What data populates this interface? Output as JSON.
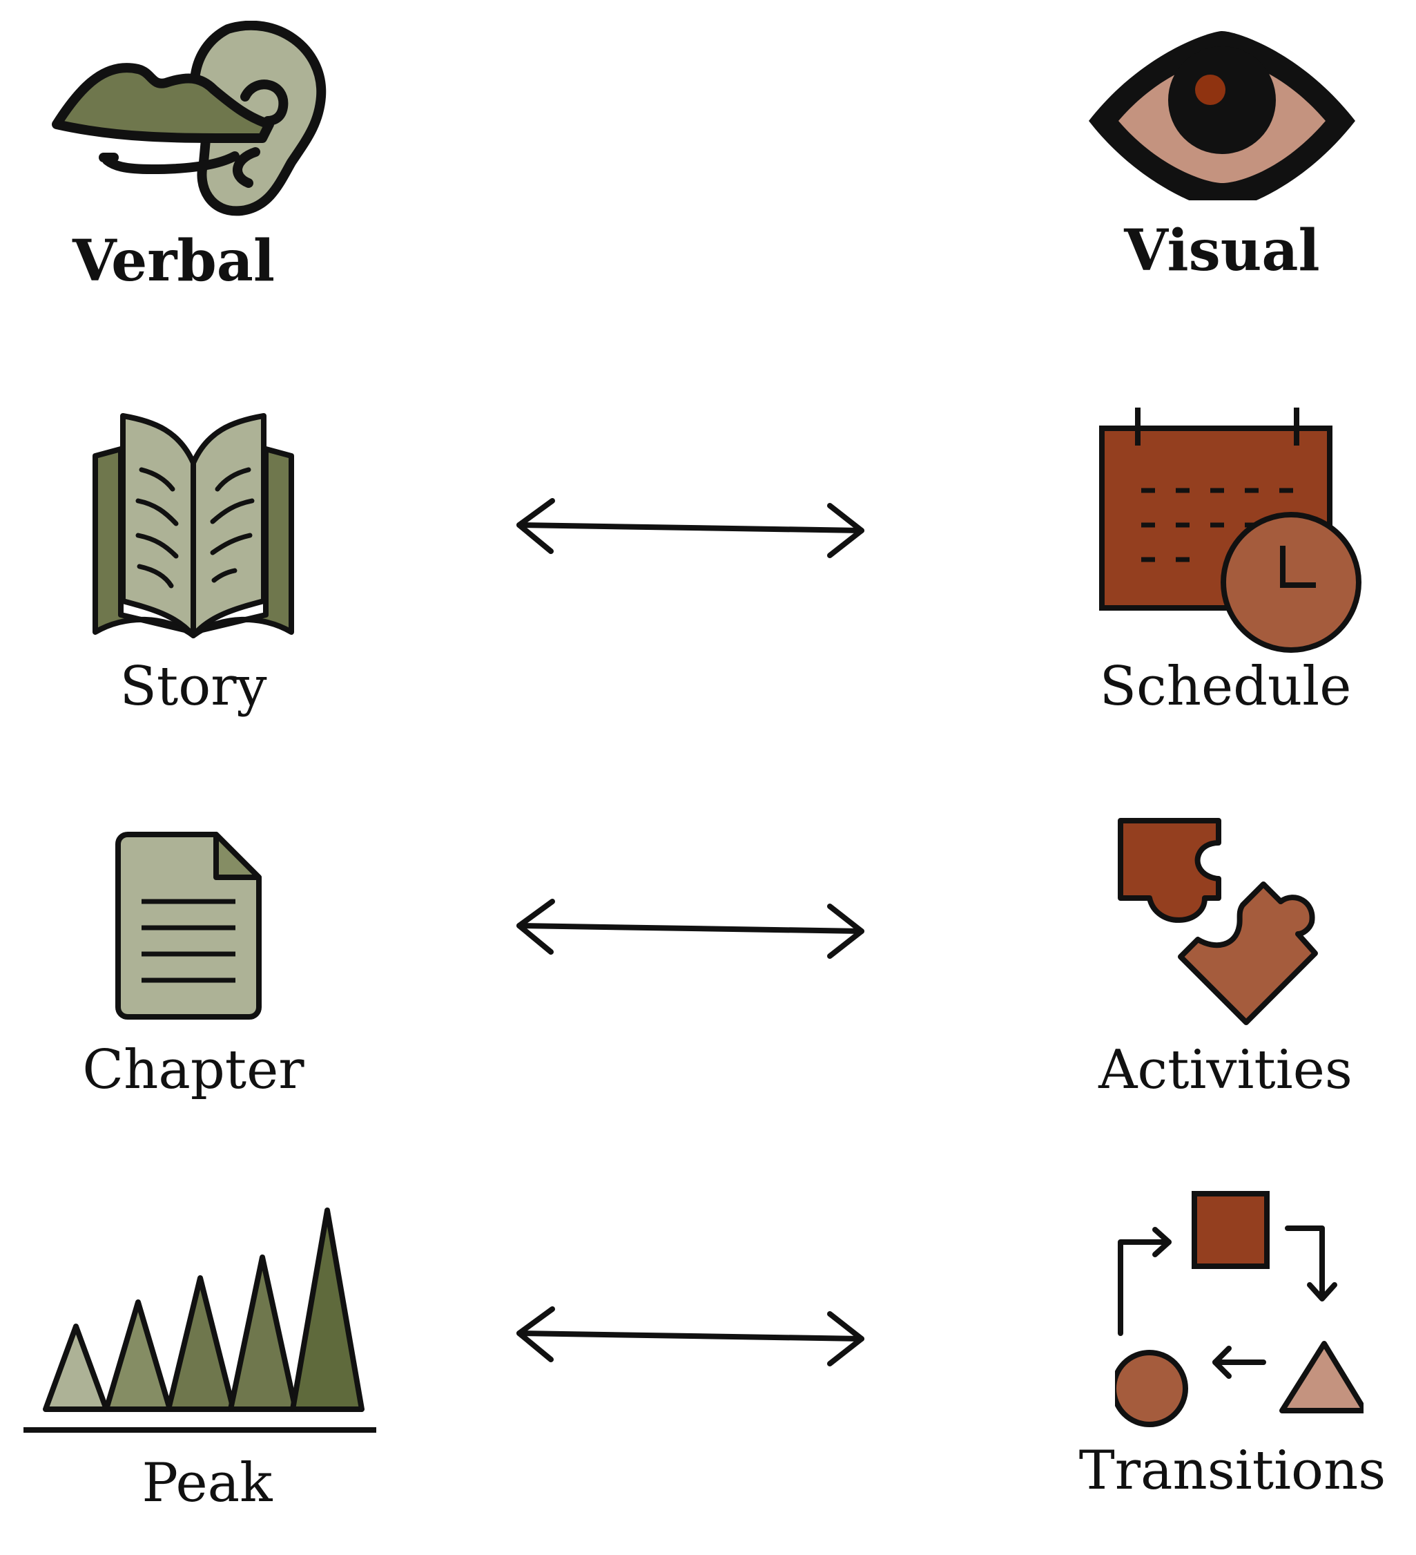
{
  "colors": {
    "verbal_dark": "#6f774d",
    "verbal_mid": "#858d64",
    "verbal_light": "#adb296",
    "verbal_deep": "#5f6a3c",
    "visual_dark": "#943f1f",
    "visual_mid": "#a55c3d",
    "visual_light": "#c4937f",
    "visual_iris": "#8f3310",
    "outline": "#111111"
  },
  "headers": {
    "verbal": {
      "label": "Verbal",
      "icon": "speaking-ear-icon"
    },
    "visual": {
      "label": "Visual",
      "icon": "eye-icon"
    }
  },
  "pairs": [
    {
      "left": {
        "label": "Story",
        "icon": "open-book-icon"
      },
      "right": {
        "label": "Schedule",
        "icon": "calendar-clock-icon"
      },
      "connector": "double-headed-arrow"
    },
    {
      "left": {
        "label": "Chapter",
        "icon": "document-icon"
      },
      "right": {
        "label": "Activities",
        "icon": "puzzle-pieces-icon"
      },
      "connector": "double-headed-arrow"
    },
    {
      "left": {
        "label": "Peak",
        "icon": "peaks-icon"
      },
      "right": {
        "label": "Transitions",
        "icon": "shape-cycle-icon"
      },
      "connector": "double-headed-arrow"
    }
  ]
}
